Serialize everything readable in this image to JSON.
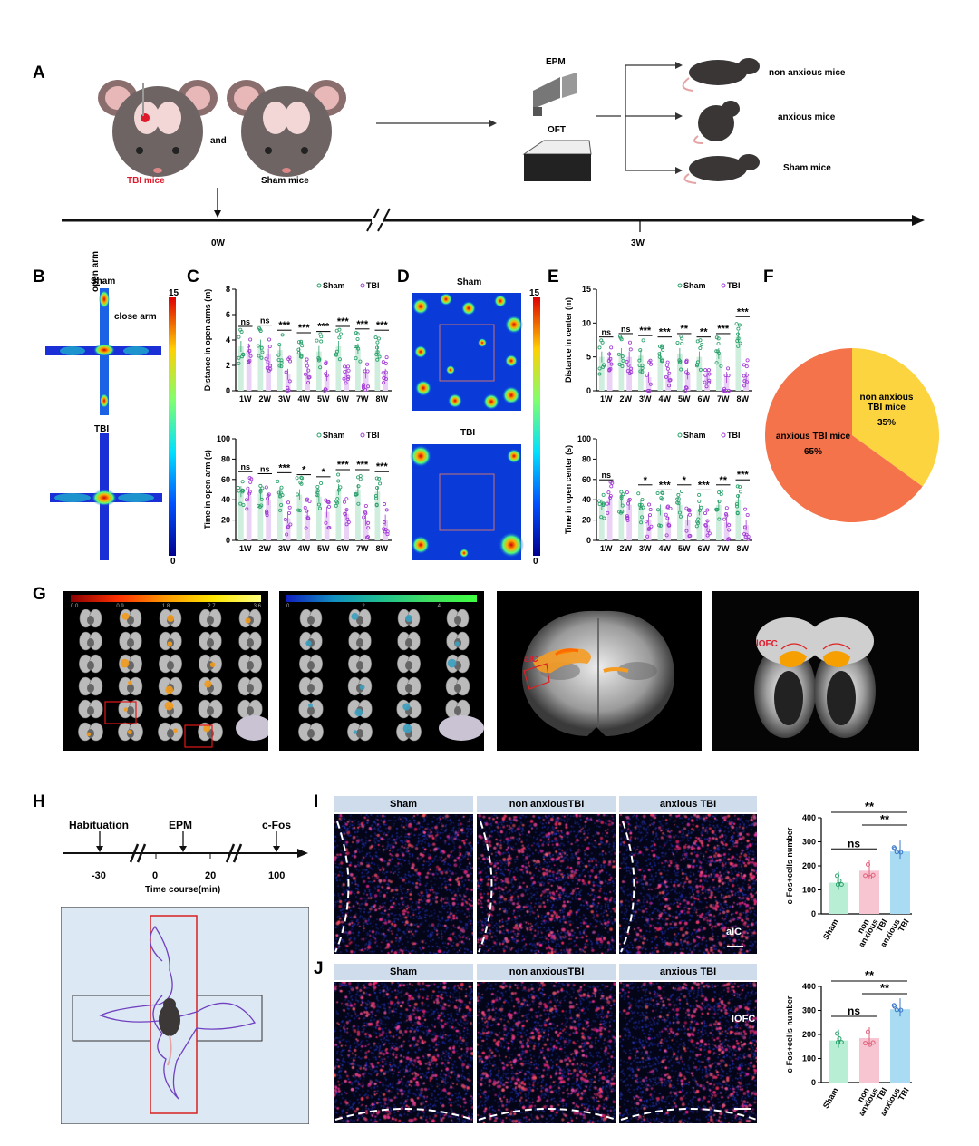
{
  "panel_letters": {
    "A": "A",
    "B": "B",
    "C": "C",
    "D": "D",
    "E": "E",
    "F": "F",
    "G": "G",
    "H": "H",
    "I": "I",
    "J": "J"
  },
  "panelA": {
    "tbi_label": "TBI mice",
    "and_label": "and",
    "sham_label": "Sham mice",
    "epm_label": "EPM",
    "oft_label": "OFT",
    "outcome1": "non anxious mice",
    "outcome2": "anxious mice",
    "outcome3": "Sham mice",
    "t0": "0W",
    "t3": "3W",
    "tbi_color": "#e0192a"
  },
  "panelB": {
    "sham_title": "Sham",
    "tbi_title": "TBI",
    "open_arm": "open arm",
    "close_arm": "close arm",
    "scale_max": "15",
    "scale_min": "0"
  },
  "panelD": {
    "sham_title": "Sham",
    "tbi_title": "TBI",
    "scale_max": "15",
    "scale_min": "0"
  },
  "legend": {
    "sham": "Sham",
    "tbi": "TBI",
    "sham_color": "#2aa06b",
    "tbi_color": "#a23bd6"
  },
  "panelF": {
    "slice1_label": "non anxious",
    "slice1_label2": "TBI mice",
    "slice1_pct": "35%",
    "slice2_label": "anxious TBI mice",
    "slice2_pct": "65%",
    "slice1_color": "#fcd440",
    "slice2_color": "#f5734a"
  },
  "panelG": {
    "scale1": [
      "0.0",
      "0.9",
      "1.8",
      "2.7",
      "3.6"
    ],
    "scale2": [
      "0",
      "2",
      "4"
    ],
    "aic": "aIC",
    "lofc": "lOFC"
  },
  "panelH": {
    "events": [
      "Habituation",
      "EPM",
      "c-Fos"
    ],
    "ticks": [
      "-30",
      "0",
      "20",
      "100"
    ],
    "axis_label": "Time course(min)"
  },
  "panelI": {
    "headers": [
      "Sham",
      "non anxiousTBI",
      "anxious TBI"
    ],
    "region": "aIC"
  },
  "panelJ": {
    "headers": [
      "Sham",
      "non anxiousTBI",
      "anxious TBI"
    ],
    "region": "lOFC"
  },
  "chart_data": [
    {
      "type": "bar",
      "id": "C-top",
      "ylabel": "Distance in open arms (m)",
      "categories": [
        "1W",
        "2W",
        "3W",
        "4W",
        "5W",
        "6W",
        "7W",
        "8W"
      ],
      "ylim": [
        0,
        8
      ],
      "yticks": [
        0,
        2,
        4,
        6,
        8
      ],
      "series": [
        {
          "name": "Sham",
          "values": [
            3.5,
            3.6,
            3.2,
            3.0,
            3.1,
            3.5,
            3.3,
            3.2
          ]
        },
        {
          "name": "TBI",
          "values": [
            3.3,
            2.9,
            1.3,
            1.4,
            1.2,
            1.5,
            1.4,
            1.3
          ]
        }
      ],
      "significance": [
        "ns",
        "ns",
        "***",
        "***",
        "***",
        "***",
        "***",
        "***"
      ]
    },
    {
      "type": "bar",
      "id": "C-bottom",
      "ylabel": "Time in open arm (s)",
      "categories": [
        "1W",
        "2W",
        "3W",
        "4W",
        "5W",
        "6W",
        "7W",
        "8W"
      ],
      "ylim": [
        0,
        100
      ],
      "yticks": [
        0,
        20,
        40,
        60,
        80,
        100
      ],
      "series": [
        {
          "name": "Sham",
          "values": [
            48,
            46,
            47,
            45,
            43,
            50,
            50,
            48
          ]
        },
        {
          "name": "TBI",
          "values": [
            44,
            40,
            22,
            25,
            28,
            26,
            20,
            20
          ]
        }
      ],
      "significance": [
        "ns",
        "ns",
        "***",
        "*",
        "*",
        "***",
        "***",
        "***"
      ]
    },
    {
      "type": "bar",
      "id": "E-top",
      "ylabel": "Distance in center (m)",
      "categories": [
        "1W",
        "2W",
        "3W",
        "4W",
        "5W",
        "6W",
        "7W",
        "8W"
      ],
      "ylim": [
        0,
        15
      ],
      "yticks": [
        0,
        5,
        10,
        15
      ],
      "series": [
        {
          "name": "Sham",
          "values": [
            5.0,
            5.5,
            5.2,
            5.0,
            5.5,
            5.0,
            5.5,
            8.0
          ]
        },
        {
          "name": "TBI",
          "values": [
            5.0,
            5.0,
            2.0,
            2.2,
            2.5,
            2.3,
            2.0,
            2.0
          ]
        }
      ],
      "significance": [
        "ns",
        "ns",
        "***",
        "***",
        "**",
        "**",
        "***",
        "***"
      ]
    },
    {
      "type": "bar",
      "id": "E-bottom",
      "ylabel": "Time  in open center (s)",
      "categories": [
        "1W",
        "2W",
        "3W",
        "4W",
        "5W",
        "6W",
        "7W",
        "8W"
      ],
      "ylim": [
        0,
        100
      ],
      "yticks": [
        0,
        20,
        40,
        60,
        80,
        100
      ],
      "series": [
        {
          "name": "Sham",
          "values": [
            35,
            40,
            35,
            30,
            35,
            30,
            35,
            40
          ]
        },
        {
          "name": "TBI",
          "values": [
            40,
            35,
            20,
            18,
            20,
            15,
            18,
            15
          ]
        }
      ],
      "significance": [
        "ns",
        "",
        "*",
        "***",
        "*",
        "***",
        "**",
        "***"
      ]
    },
    {
      "type": "pie",
      "id": "F",
      "categories": [
        "non anxious TBI mice",
        "anxious TBI mice"
      ],
      "values": [
        35,
        65
      ]
    },
    {
      "type": "bar",
      "id": "I-bar",
      "ylabel": "c-Fos+cells number",
      "categories": [
        "Sham",
        "non anxious TBI",
        "anxious TBI"
      ],
      "ylim": [
        0,
        400
      ],
      "yticks": [
        0,
        100,
        200,
        300,
        400
      ],
      "values": [
        130,
        180,
        260
      ],
      "significance": [
        {
          "pair": "Sham-anxious TBI",
          "label": "**"
        },
        {
          "pair": "non anxious TBI-anxious TBI",
          "label": "**"
        },
        {
          "pair": "Sham-non anxious TBI",
          "label": "ns"
        }
      ]
    },
    {
      "type": "bar",
      "id": "J-bar",
      "ylabel": "c-Fos+cells number",
      "categories": [
        "Sham",
        "non anxious TBI",
        "anxious TBI"
      ],
      "ylim": [
        0,
        400
      ],
      "yticks": [
        0,
        100,
        200,
        300,
        400
      ],
      "values": [
        175,
        185,
        305
      ],
      "significance": [
        {
          "pair": "Sham-anxious TBI",
          "label": "**"
        },
        {
          "pair": "non anxious TBI-anxious TBI",
          "label": "**"
        },
        {
          "pair": "Sham-non anxious TBI",
          "label": "ns"
        }
      ]
    }
  ]
}
